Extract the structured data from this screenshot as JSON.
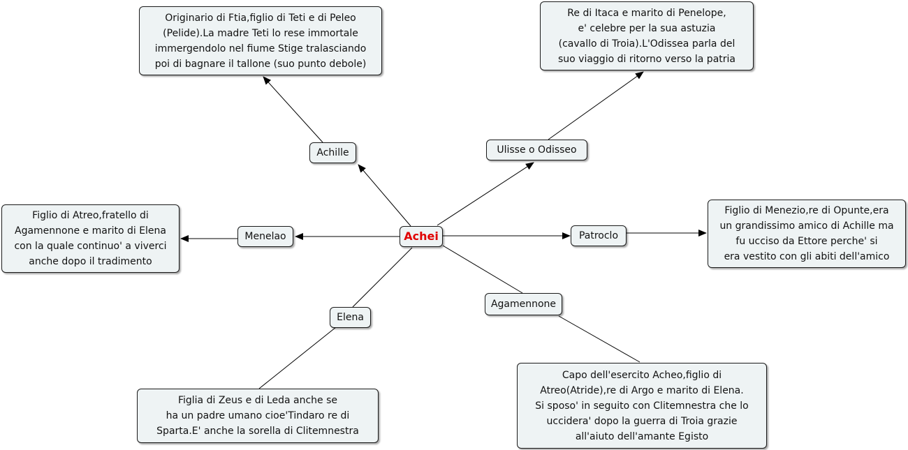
{
  "colors": {
    "central_text": "#e00000",
    "node_fill": "#eef3f4",
    "line": "#000000"
  },
  "central": {
    "label": "Achei"
  },
  "concepts": {
    "achille": {
      "label": "Achille"
    },
    "ulisse": {
      "label": "Ulisse o Odisseo"
    },
    "menelao": {
      "label": "Menelao"
    },
    "patroclo": {
      "label": "Patroclo"
    },
    "elena": {
      "label": "Elena"
    },
    "agamennone": {
      "label": "Agamennone"
    }
  },
  "descriptions": {
    "achille": "Originario di Ftia,figlio di Teti e di Peleo\n(Pelide).La madre Teti lo rese immortale\nimmergendolo nel fiume Stige tralasciando\npoi di bagnare il tallone (suo punto debole)",
    "ulisse": "Re di Itaca e marito di Penelope,\ne' celebre per la sua astuzia\n(cavallo di Troia).L'Odissea parla del\nsuo viaggio di ritorno verso la patria",
    "menelao": "Figlio di Atreo,fratello di\nAgamennone e marito di Elena\ncon la quale continuo' a viverci\nanche dopo il tradimento",
    "patroclo": "Figlio di Menezio,re di Opunte,era\nun grandissimo amico di Achille ma\nfu ucciso da Ettore perche' si\nera vestito con gli abiti dell'amico",
    "elena": "Figlia di Zeus e di Leda anche se\nha un padre umano cioe'Tindaro re di\nSparta.E' anche la sorella di Clitemnestra",
    "agamennone": "Capo dell'esercito Acheo,figlio di\nAtreo(Atride),re di Argo e marito di Elena.\nSi sposo' in seguito con Clitemnestra che lo\nuccidera' dopo la guerra di Troia grazie\nall'aiuto dell'amante Egisto"
  }
}
